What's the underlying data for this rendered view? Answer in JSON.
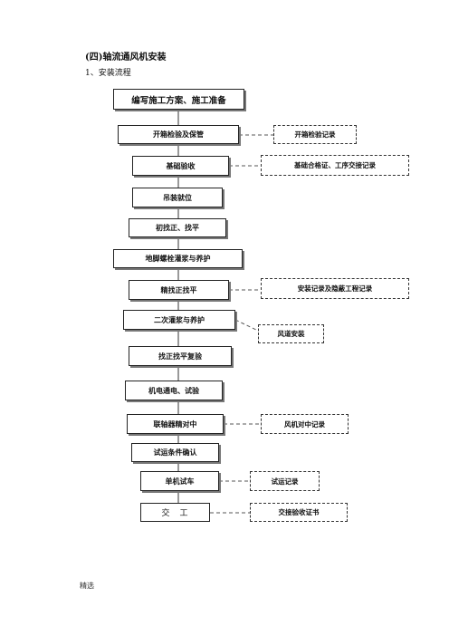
{
  "heading": "(四)轴流通风机安装",
  "subheading": "1、安装流程",
  "footer": "精选",
  "steps": [
    "编写施工方案、施工准备",
    "开箱检验及保管",
    "基础验收",
    "吊装就位",
    "初找正、找平",
    "地脚螺栓灌浆与养护",
    "精找正找平",
    "二次灌浆与养护",
    "找正找平复验",
    "机电通电、试验",
    "联轴器精对中",
    "试运条件确认",
    "单机试车",
    "交　工"
  ],
  "records": {
    "unpacking": "开箱检验记录",
    "foundation": "基础合格证、工序交接记录",
    "fine_alignment": "安装记录及隐蔽工程记录",
    "duct": "风道安装",
    "coupling": "风机对中记录",
    "trial": "试运记录",
    "handover": "交接验收证书"
  }
}
